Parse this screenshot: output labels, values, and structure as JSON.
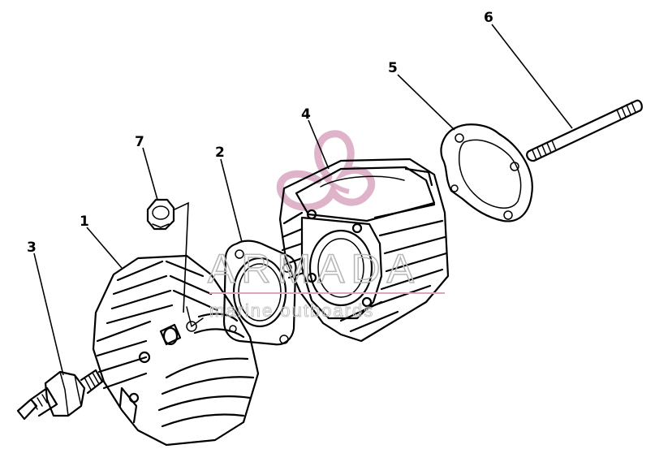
{
  "callouts": {
    "n1": "1",
    "n2": "2",
    "n3": "3",
    "n4": "4",
    "n5": "5",
    "n6": "6",
    "n7": "7"
  },
  "watermark": {
    "brand": "ARMADA",
    "tagline": "marine outboards",
    "color": "#d9a6c0"
  },
  "colors": {
    "ink": "#000000",
    "watermark_text": "#b8b8b8",
    "logo": "#d9a6c0"
  }
}
